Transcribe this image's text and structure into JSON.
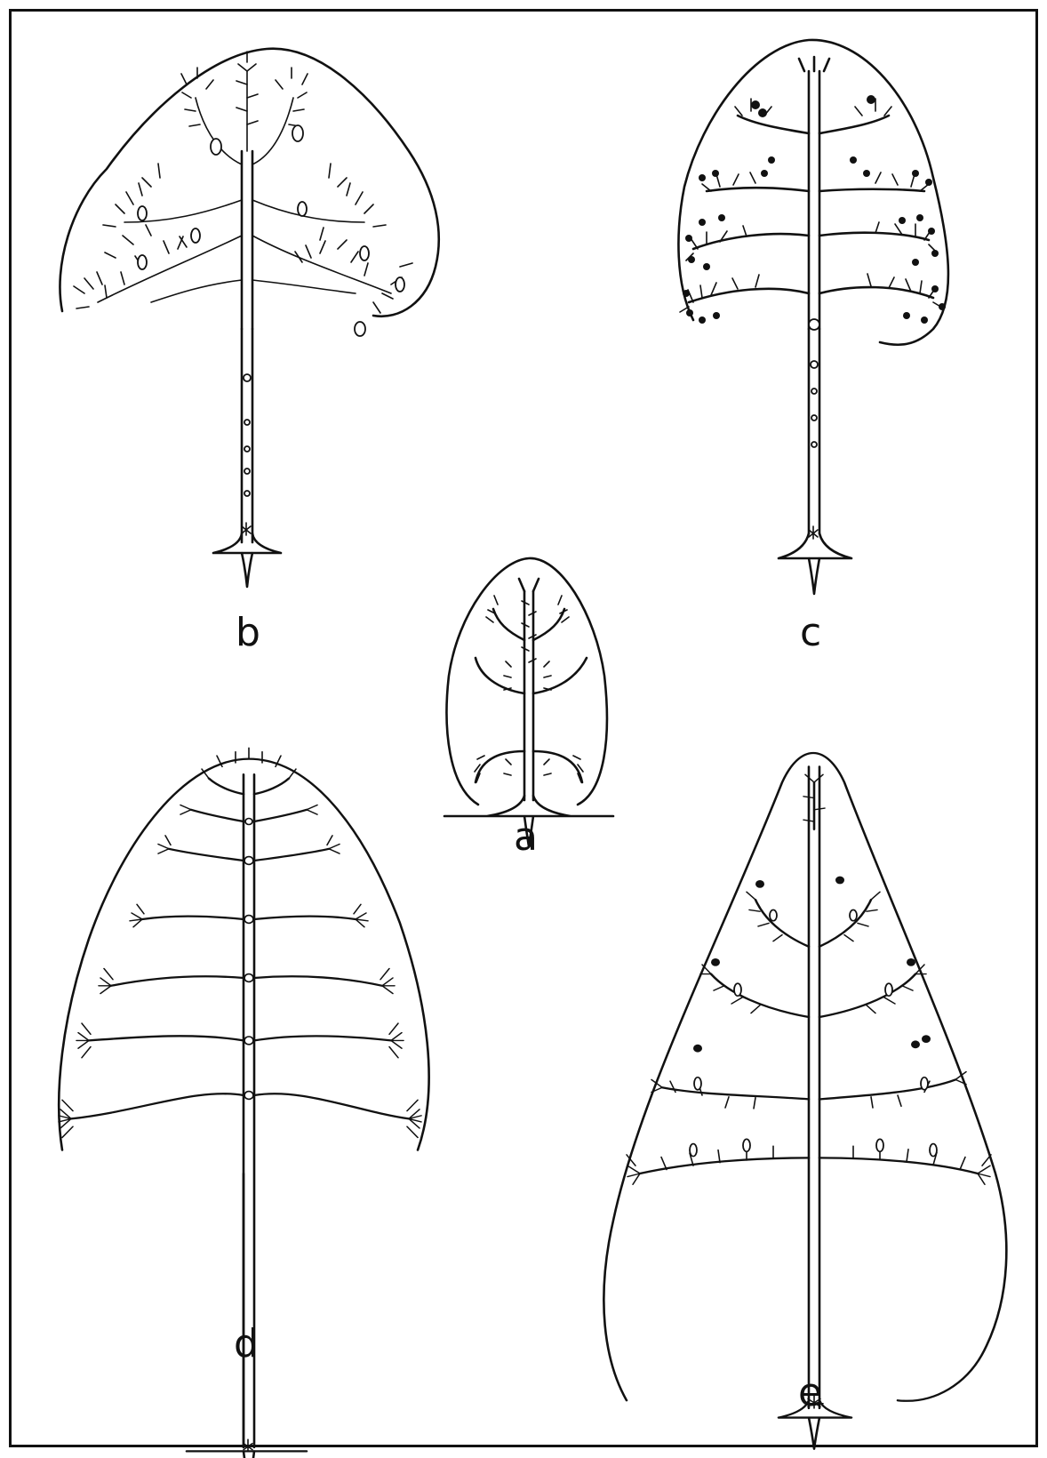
{
  "figures": [
    {
      "id": "a",
      "label": "a"
    },
    {
      "id": "b",
      "label": "b"
    },
    {
      "id": "c",
      "label": "c"
    },
    {
      "id": "d",
      "label": "d"
    },
    {
      "id": "e",
      "label": "e"
    }
  ],
  "colors": {
    "ink": "#111111",
    "paper": "#ffffff"
  }
}
